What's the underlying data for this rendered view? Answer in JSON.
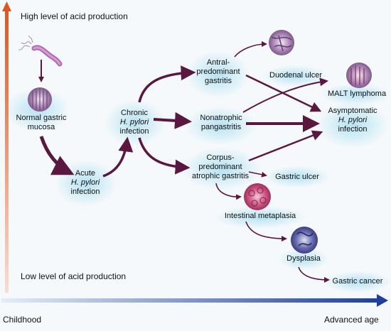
{
  "axes": {
    "y_top": "High level of acid production",
    "y_bottom": "Low level of acid production",
    "x_left": "Childhood",
    "x_right": "Advanced age"
  },
  "nodes": {
    "normal": [
      "Normal gastric",
      "mucosa"
    ],
    "acute": [
      "Acute",
      "H. pylori",
      "infection"
    ],
    "chronic": [
      "Chronic",
      "H. pylori",
      "infection"
    ],
    "antral": [
      "Antral-",
      "predominant",
      "gastritis"
    ],
    "nonatrophic": [
      "Nonatrophic",
      "pangastritis"
    ],
    "corpus": [
      "Corpus-",
      "predominant",
      "atrophic gastritis"
    ],
    "duodenal": "Duodenal ulcer",
    "malt": "MALT lymphoma",
    "asymptomatic": [
      "Asymptomatic",
      "H. pylori",
      "infection"
    ],
    "gastric_ulcer": "Gastric ulcer",
    "metaplasia": "Intestinal metaplasia",
    "dysplasia": "Dysplasia",
    "cancer": "Gastric cancer"
  },
  "colors": {
    "arrow": "#5a1840",
    "y_axis_top": "#e0551f",
    "y_axis_bottom": "#f6c9b7",
    "x_axis_left": "#d9e6f5",
    "x_axis_right": "#1f3f9a"
  }
}
